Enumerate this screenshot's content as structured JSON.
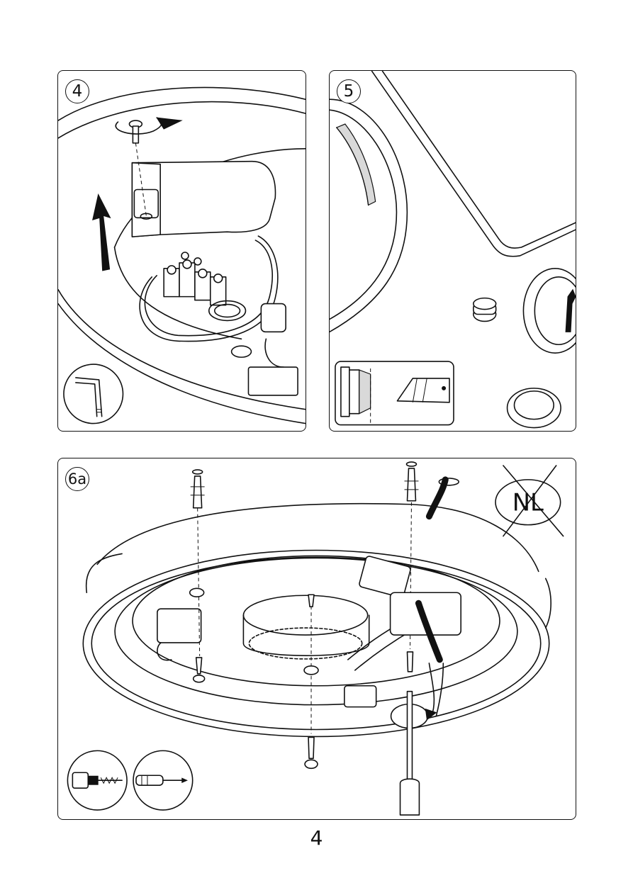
{
  "steps": {
    "step4": {
      "number": "4"
    },
    "step5": {
      "number": "5"
    },
    "step6": {
      "number": "6a"
    }
  },
  "page": {
    "number": "4"
  }
}
